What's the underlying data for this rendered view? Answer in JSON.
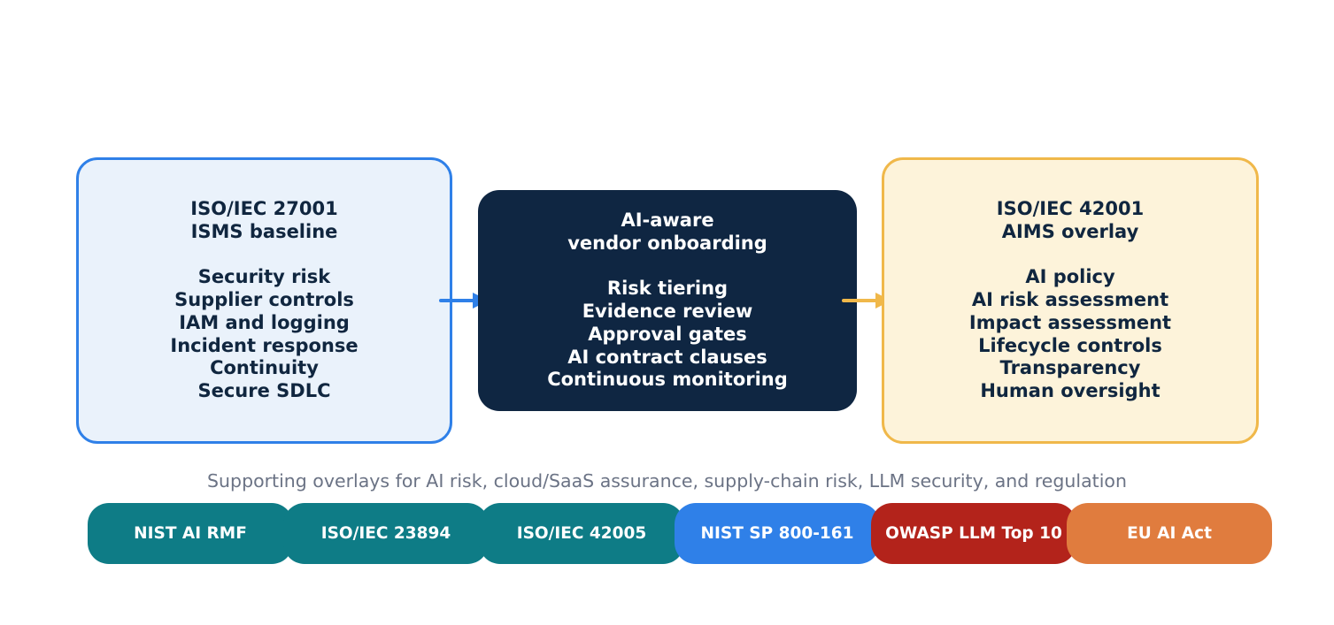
{
  "boxes": {
    "left": {
      "title_lines": [
        "ISO/IEC 27001",
        "ISMS baseline"
      ],
      "items": [
        "Security risk",
        "Supplier controls",
        "IAM and logging",
        "Incident response",
        "Continuity",
        "Secure SDLC"
      ]
    },
    "center": {
      "title_lines": [
        "AI-aware",
        "vendor onboarding"
      ],
      "items": [
        "Risk tiering",
        "Evidence review",
        "Approval gates",
        "AI contract clauses",
        "Continuous monitoring"
      ]
    },
    "right": {
      "title_lines": [
        "ISO/IEC 42001",
        "AIMS overlay"
      ],
      "items": [
        "AI policy",
        "AI risk assessment",
        "Impact assessment",
        "Lifecycle controls",
        "Transparency",
        "Human oversight"
      ]
    }
  },
  "caption": "Supporting overlays for AI risk, cloud/SaaS assurance, supply-chain risk, LLM security, and regulation",
  "pills": [
    {
      "label": "NIST AI RMF",
      "color": "#0e7c86"
    },
    {
      "label": "ISO/IEC 23894",
      "color": "#0e7c86"
    },
    {
      "label": "ISO/IEC 42005",
      "color": "#0e7c86"
    },
    {
      "label": "NIST SP 800-161",
      "color": "#2f80e8"
    },
    {
      "label": "OWASP LLM Top 10",
      "color": "#b3231b"
    },
    {
      "label": "EU AI Act",
      "color": "#e07c3e"
    }
  ],
  "colors": {
    "arrow_left": "#2f80e8",
    "arrow_right": "#f0b84a"
  }
}
